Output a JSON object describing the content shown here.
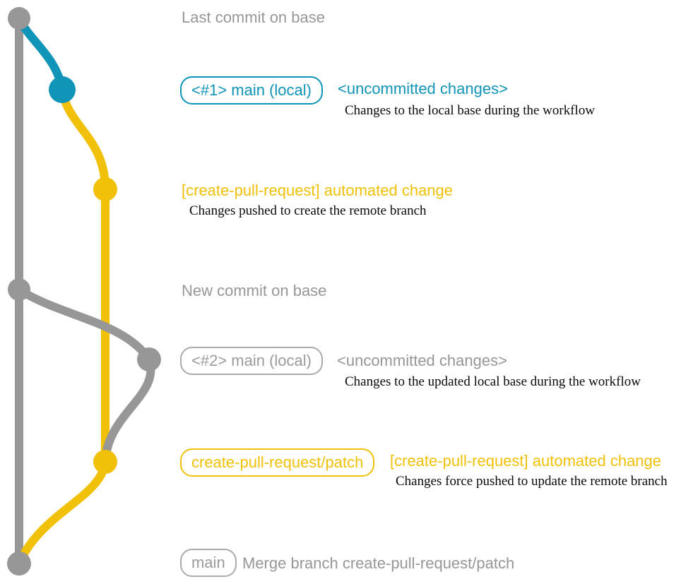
{
  "diagram": {
    "type": "git-branch-workflow",
    "colors": {
      "base_branch": "#979797",
      "local_main_branch": "#1094b8",
      "pull_request_branch": "#f1c109",
      "description_text": "#0a0a0a"
    },
    "branches": [
      {
        "name": "base",
        "color": "#979797"
      },
      {
        "name": "main (local)",
        "color": "#1094b8"
      },
      {
        "name": "create-pull-request/patch",
        "color": "#f1c109"
      }
    ],
    "nodes": [
      {
        "id": "last-commit-on-base",
        "branch": "base",
        "message": "Last commit on base"
      },
      {
        "id": "local-main-1",
        "branch": "main (local)",
        "label": "<#1> main (local)",
        "message": "<uncommitted changes>"
      },
      {
        "id": "automated-change-1",
        "branch": "create-pull-request/patch",
        "message": "[create-pull-request] automated change"
      },
      {
        "id": "new-commit-on-base",
        "branch": "base",
        "message": "New commit on base"
      },
      {
        "id": "local-main-2",
        "branch": "main (local)",
        "label": "<#2> main (local)",
        "message": "<uncommitted changes>"
      },
      {
        "id": "automated-change-2",
        "branch": "create-pull-request/patch",
        "label": "create-pull-request/patch",
        "message": "[create-pull-request] automated change"
      },
      {
        "id": "merge-commit",
        "branch": "base",
        "label": "main",
        "message": "Merge branch create-pull-request/patch"
      }
    ],
    "rows": {
      "r1": {
        "note": "Last commit on base"
      },
      "r2": {
        "branch_label": "<#1> main (local)",
        "message": "<uncommitted changes>",
        "description": "Changes to the local base during the workflow"
      },
      "r3": {
        "message": "[create-pull-request] automated change",
        "description": "Changes pushed to create the remote branch"
      },
      "r4": {
        "note": "New commit on base"
      },
      "r5": {
        "branch_label": "<#2> main (local)",
        "message": "<uncommitted changes>",
        "description": "Changes to the updated local base during the workflow"
      },
      "r6": {
        "branch_label": "create-pull-request/patch",
        "message": "[create-pull-request] automated change",
        "description": "Changes force pushed to update the remote branch"
      },
      "r7": {
        "branch_label": "main",
        "message": "Merge branch create-pull-request/patch"
      }
    }
  }
}
